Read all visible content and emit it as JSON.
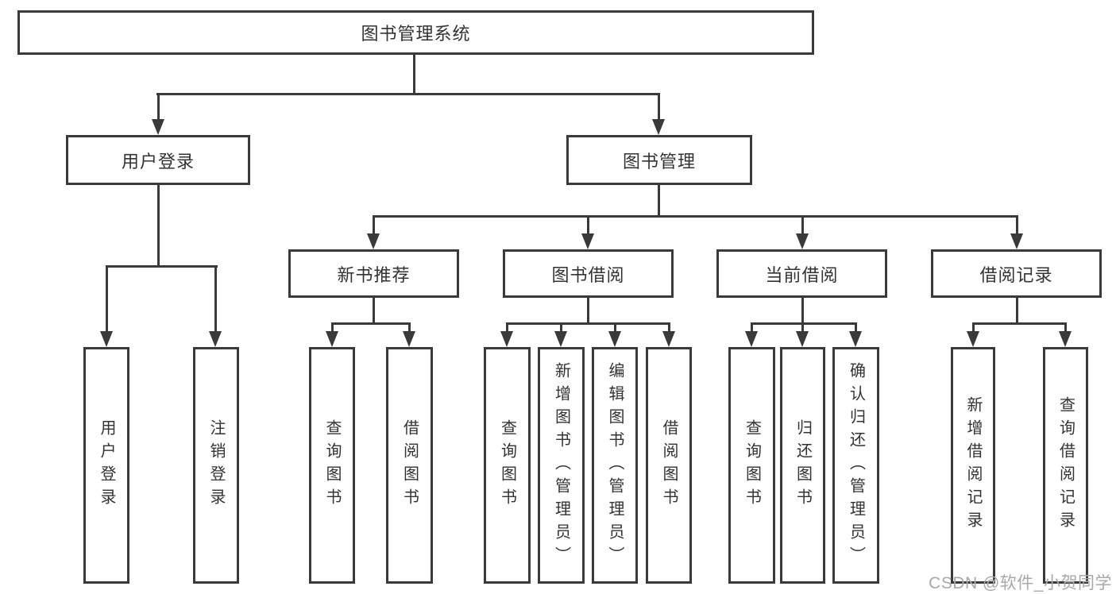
{
  "diagram_title": "图书管理系统",
  "tree": {
    "root": "图书管理系统",
    "branches": [
      {
        "label": "用户登录",
        "children": [
          "用户登录",
          "注销登录"
        ]
      },
      {
        "label": "图书管理",
        "children": [
          {
            "label": "新书推荐",
            "children": [
              "查询图书",
              "借阅图书"
            ]
          },
          {
            "label": "图书借阅",
            "children": [
              "查询图书",
              "新增图书（管理员）",
              "编辑图书（管理员）",
              "借阅图书"
            ]
          },
          {
            "label": "当前借阅",
            "children": [
              "查询图书",
              "归还图书",
              "确认归还（管理员）"
            ]
          },
          {
            "label": "借阅记录",
            "children": [
              "新增借阅记录",
              "查询借阅记录"
            ]
          }
        ]
      }
    ]
  },
  "watermark": "CSDN @软件_小贺同学",
  "colors": {
    "line": "#3a3a3a",
    "text": "#333333",
    "watermark": "#a9a9a9",
    "background": "#ffffff"
  }
}
